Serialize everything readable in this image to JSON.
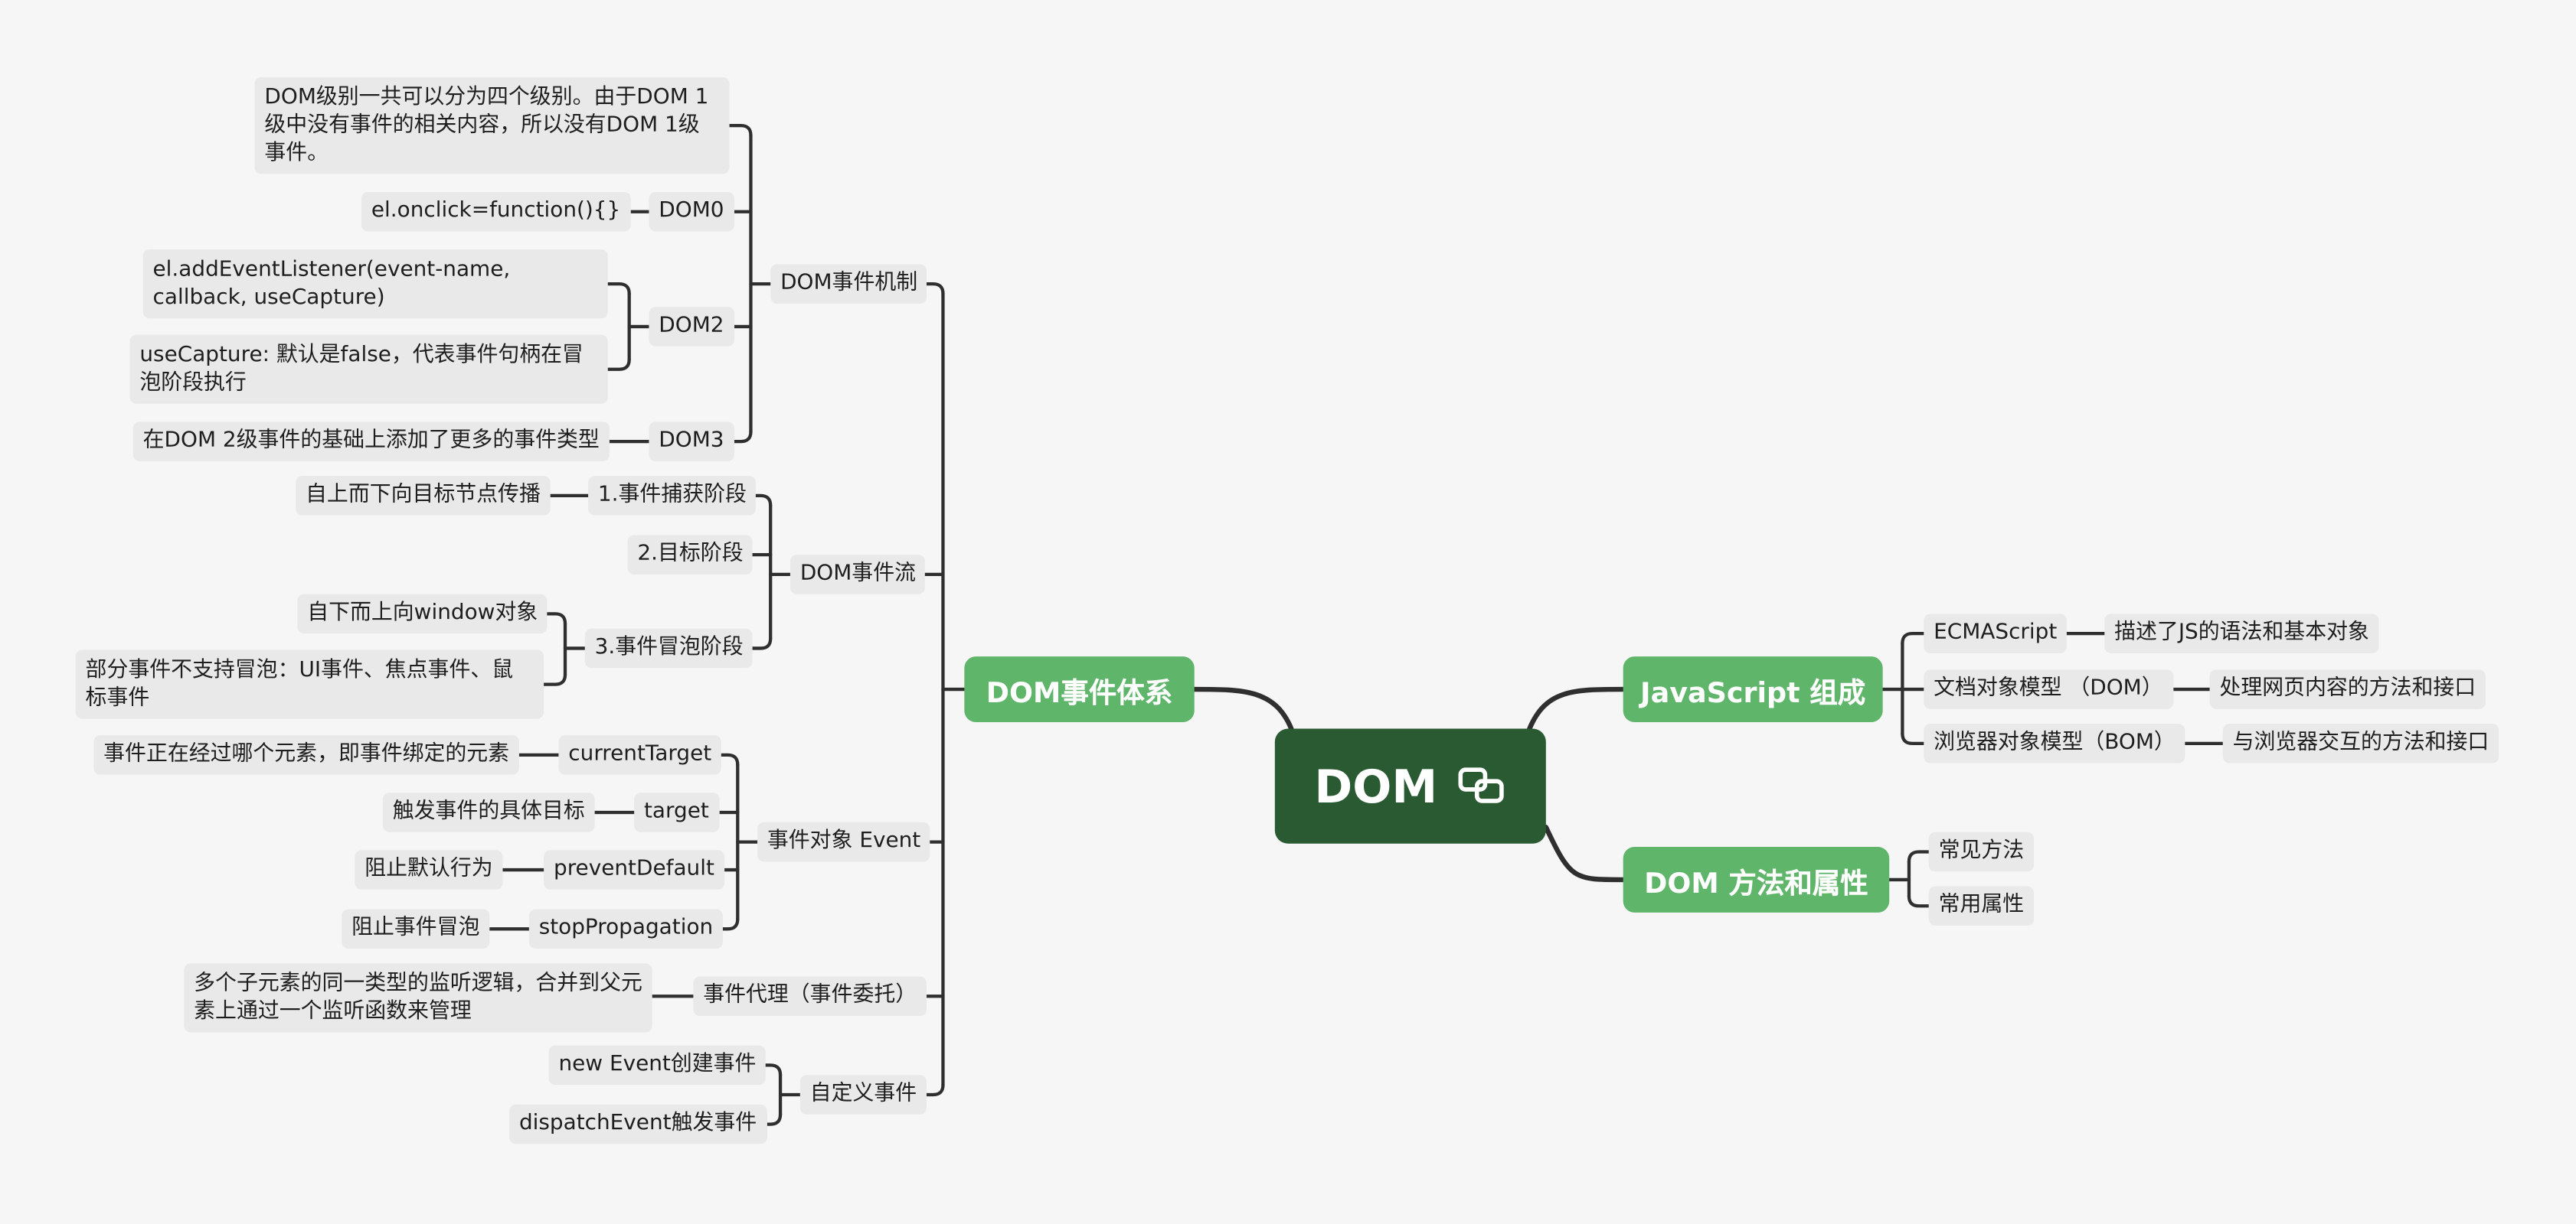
{
  "colors": {
    "background": "#f6f6f6",
    "root": "#2a5a31",
    "main": "#5fb56a",
    "leaf": "#e9e9e9",
    "line": "#2f2f2f"
  },
  "root": {
    "label": "DOM",
    "icon": "link-icon"
  },
  "left": {
    "label": "DOM事件体系",
    "mechanism": {
      "label": "DOM事件机制",
      "intro": "DOM级别一共可以分为四个级别。由于DOM 1级中没有事件的相关内容，所以没有DOM 1级事件。",
      "dom0": {
        "label": "DOM0",
        "desc": "el.onclick=function(){}"
      },
      "dom2": {
        "label": "DOM2",
        "listener": "el.addEventListener(event-name, callback, useCapture)",
        "capture": "useCapture: 默认是false，代表事件句柄在冒泡阶段执行"
      },
      "dom3": {
        "label": "DOM3",
        "desc": "在DOM 2级事件的基础上添加了更多的事件类型"
      }
    },
    "flow": {
      "label": "DOM事件流",
      "capture": {
        "label": "1.事件捕获阶段",
        "desc": "自上而下向目标节点传播"
      },
      "target": {
        "label": "2.目标阶段"
      },
      "bubble": {
        "label": "3.事件冒泡阶段",
        "desc1": "自下而上向window对象",
        "desc2": "部分事件不支持冒泡：UI事件、焦点事件、鼠标事件"
      }
    },
    "event_object": {
      "label": "事件对象 Event",
      "current_target": {
        "label": "currentTarget",
        "desc": "事件正在经过哪个元素，即事件绑定的元素"
      },
      "target": {
        "label": "target",
        "desc": "触发事件的具体目标"
      },
      "prevent_default": {
        "label": "preventDefault",
        "desc": "阻止默认行为"
      },
      "stop_propagation": {
        "label": "stopPropagation",
        "desc": "阻止事件冒泡"
      }
    },
    "delegation": {
      "label": "事件代理（事件委托）",
      "desc": "多个子元素的同一类型的监听逻辑，合并到父元素上通过一个监听函数来管理"
    },
    "custom": {
      "label": "自定义事件",
      "create": "new Event创建事件",
      "dispatch": "dispatchEvent触发事件"
    }
  },
  "right": {
    "js": {
      "label": "JavaScript 组成",
      "items": [
        {
          "label": "ECMAScript",
          "desc": "描述了JS的语法和基本对象"
        },
        {
          "label": "文档对象模型 （DOM）",
          "desc": "处理网页内容的方法和接口"
        },
        {
          "label": "浏览器对象模型（BOM）",
          "desc": "与浏览器交互的方法和接口"
        }
      ]
    },
    "methods": {
      "label": "DOM 方法和属性",
      "items": [
        "常见方法",
        "常用属性"
      ]
    }
  }
}
